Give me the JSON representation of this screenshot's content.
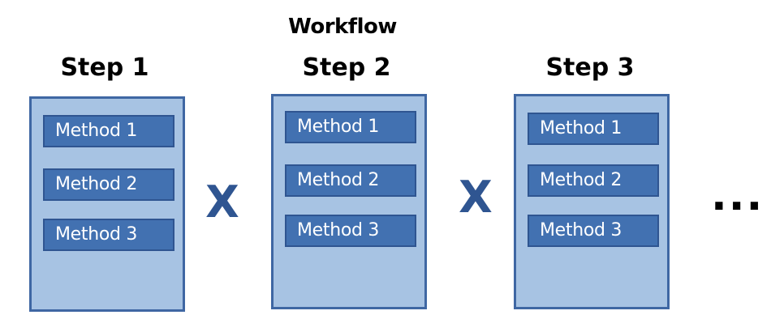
{
  "diagram": {
    "title": "Workflow",
    "steps": [
      {
        "label": "Step 1",
        "methods": [
          "Method 1",
          "Method 2",
          "Method 3"
        ]
      },
      {
        "label": "Step 2",
        "methods": [
          "Method 1",
          "Method 2",
          "Method 3"
        ]
      },
      {
        "label": "Step 3",
        "methods": [
          "Method 1",
          "Method 2",
          "Method 3"
        ]
      }
    ],
    "operator": "X",
    "continuation": "...",
    "colors": {
      "box_fill": "#a7c3e3",
      "box_border": "#3f67a3",
      "method_fill": "#4271b1",
      "method_border": "#2f5591",
      "operator": "#2f5591"
    }
  }
}
